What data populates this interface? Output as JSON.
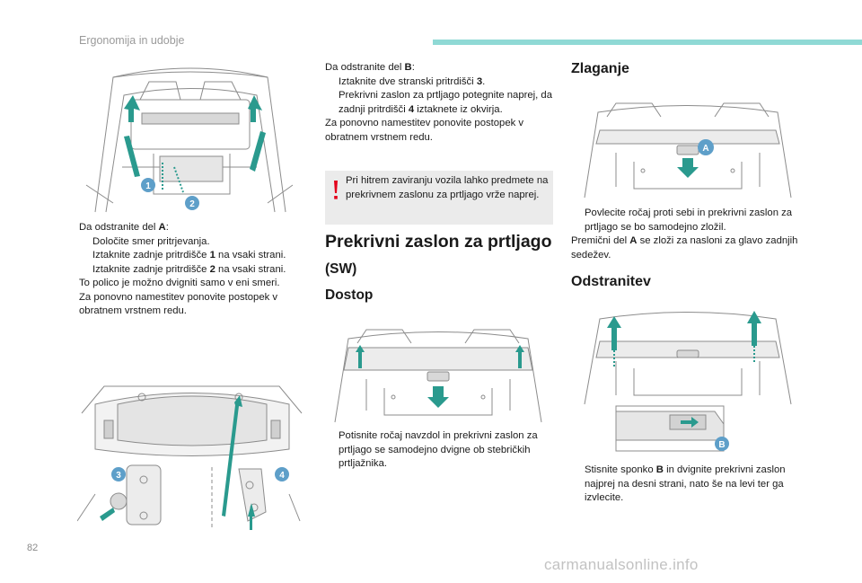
{
  "header": {
    "section_title": "Ergonomija in udobje",
    "accent_color": "#8fd9d5"
  },
  "page_number": "82",
  "watermark": "carmanualsonline.info",
  "col1": {
    "intro": "Da odstranite del ",
    "intro_bold": "A",
    "intro_end": ":",
    "bullet1": "Določite smer pritrjevanja.",
    "bullet2_pre": "Iztaknite zadnje pritrdišče ",
    "bullet2_bold": "1",
    "bullet2_post": " na vsaki strani.",
    "bullet3_pre": "Iztaknite zadnje pritrdišče ",
    "bullet3_bold": "2",
    "bullet3_post": " na vsaki strani.",
    "para1": "To polico je možno dvigniti samo v eni smeri.",
    "para2": "Za ponovno namestitev ponovite postopek v obratnem vrstnem redu.",
    "callouts": {
      "c1": "1",
      "c2": "2",
      "c3": "3",
      "c4": "4"
    }
  },
  "col2": {
    "intro": "Da odstranite del ",
    "intro_bold": "B",
    "intro_end": ":",
    "bullet1_pre": "Iztaknite dve stranski pritrdišči ",
    "bullet1_bold": "3",
    "bullet1_post": ".",
    "bullet2_pre": "Prekrivni zaslon za prtljago potegnite naprej, da zadnji pritrdišči ",
    "bullet2_bold": "4",
    "bullet2_post": " iztaknete iz okvirja.",
    "para": "Za ponovno namestitev ponovite postopek v obratnem vrstnem redu.",
    "warning": "Pri hitrem zaviranju vozila lahko predmete na prekrivnem zaslonu za prtljago vrže naprej.",
    "warning_color": "#e3001b",
    "heading_main": "Prekrivni zaslon za prtljago",
    "heading_sub": "(SW)",
    "heading_access": "Dostop",
    "access_bullet": "Potisnite ročaj navzdol in prekrivni zaslon za prtljago se samodejno dvigne ob stebričkih prtljažnika."
  },
  "col3": {
    "heading_fold": "Zlaganje",
    "fold_bullet": "Povlecite ročaj proti sebi in prekrivni zaslon za prtljago se bo samodejno zložil.",
    "fold_para_pre": "Premični del ",
    "fold_para_bold": "A",
    "fold_para_post": " se zloži za nasloni za glavo zadnjih sedežev.",
    "heading_remove": "Odstranitev",
    "remove_bullet_pre": "Stisnite sponko ",
    "remove_bullet_bold": "B",
    "remove_bullet_post": " in dvignite prekrivni zaslon najprej na desni strani, nato še na levi ter ga izvlecite.",
    "callouts": {
      "a": "A",
      "b": "B"
    },
    "callout_color": "#5e9fc9"
  },
  "bullet_symbol": "",
  "colors": {
    "arrow_teal": "#2a9a8e",
    "line_gray": "#8c8c8c"
  }
}
